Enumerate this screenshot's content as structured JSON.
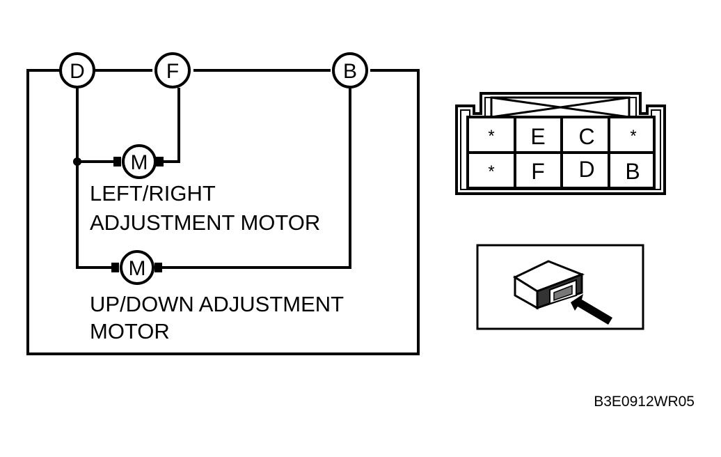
{
  "terminals": {
    "d": "D",
    "f": "F",
    "b": "B"
  },
  "motors": {
    "left_right": {
      "symbol": "M",
      "label_line1": "LEFT/RIGHT",
      "label_line2": "ADJUSTMENT MOTOR"
    },
    "up_down": {
      "symbol": "M",
      "label_line1": "UP/DOWN ADJUSTMENT",
      "label_line2": "MOTOR"
    }
  },
  "connector": {
    "top_row": [
      "*",
      "E",
      "C",
      "*"
    ],
    "bottom_row": [
      "*",
      "F",
      "D",
      "B"
    ]
  },
  "figure_code": "B3E0912WR05"
}
